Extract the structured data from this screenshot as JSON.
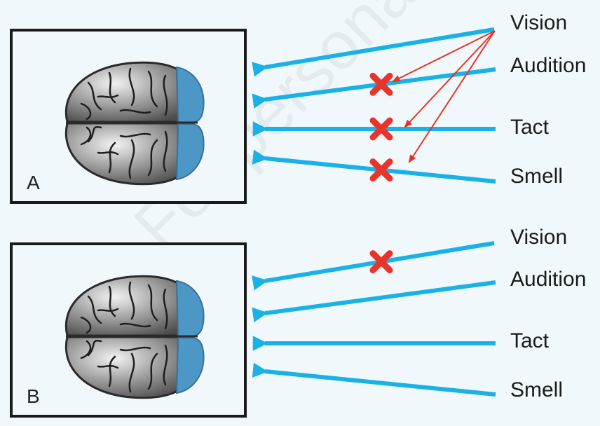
{
  "panels": [
    {
      "letter": "A",
      "senses": [
        "Vision",
        "Audition",
        "Tact",
        "Smell"
      ],
      "blocked": [
        false,
        true,
        true,
        true
      ]
    },
    {
      "letter": "B",
      "senses": [
        "Vision",
        "Audition",
        "Tact",
        "Smell"
      ],
      "blocked": [
        true,
        false,
        false,
        false
      ]
    }
  ],
  "watermark": "For personal use only",
  "colors": {
    "pathway": "#19b1e6",
    "cross": "#e8342b",
    "redirect": "#e53424",
    "frame": "#1a1a1a",
    "background": "#f1f8fb",
    "brain_gray": "#8d8d8d",
    "cortex_blue": "#4d97c7"
  }
}
